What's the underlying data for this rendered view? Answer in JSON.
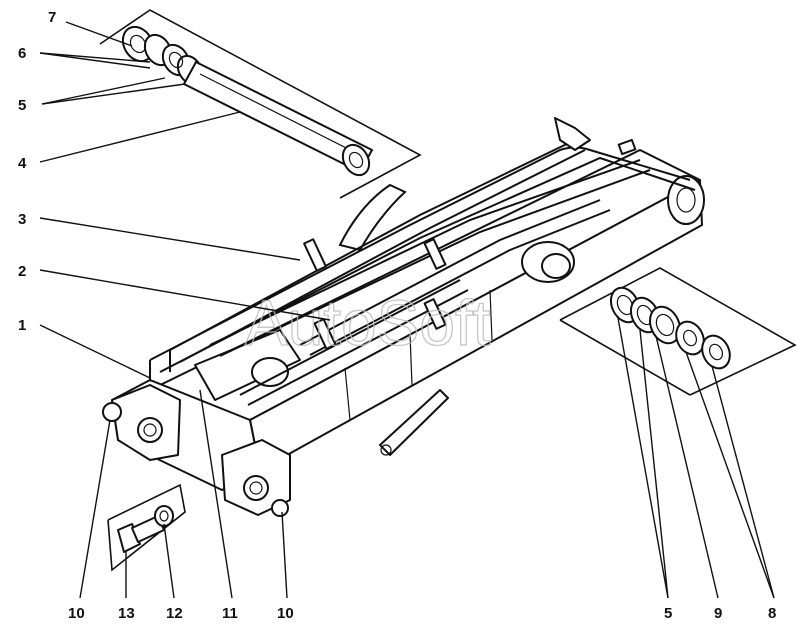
{
  "watermark": "AutoSoft",
  "callouts": [
    {
      "id": "c7",
      "text": "7"
    },
    {
      "id": "c6",
      "text": "6"
    },
    {
      "id": "c5a",
      "text": "5"
    },
    {
      "id": "c4",
      "text": "4"
    },
    {
      "id": "c3",
      "text": "3"
    },
    {
      "id": "c2",
      "text": "2"
    },
    {
      "id": "c1",
      "text": "1"
    },
    {
      "id": "c10a",
      "text": "10"
    },
    {
      "id": "c13",
      "text": "13"
    },
    {
      "id": "c12",
      "text": "12"
    },
    {
      "id": "c11",
      "text": "11"
    },
    {
      "id": "c10b",
      "text": "10"
    },
    {
      "id": "c5b",
      "text": "5"
    },
    {
      "id": "c9",
      "text": "9"
    },
    {
      "id": "c8",
      "text": "8"
    }
  ]
}
